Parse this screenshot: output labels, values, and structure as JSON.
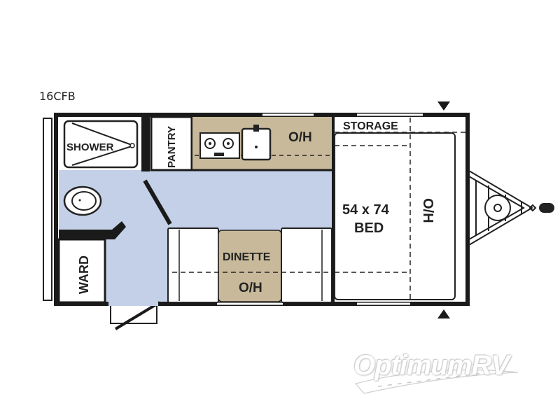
{
  "model": "16CFB",
  "floorplan": {
    "labels": {
      "shower": "SHOWER",
      "pantry": "PANTRY",
      "kitchen_overhead": "O/H",
      "storage": "STORAGE",
      "bed_size": "54 x 74",
      "bed": "BED",
      "bed_overhead": "O/H",
      "dinette": "DINETTE",
      "dinette_overhead": "O/H",
      "wardrobe": "WARD"
    },
    "colors": {
      "floor": "#c3d0e8",
      "counter": "#c8b99a",
      "wall": "#1a1a1a",
      "fixture": "#ffffff"
    }
  },
  "watermark": {
    "brand": "OptimumRV"
  }
}
